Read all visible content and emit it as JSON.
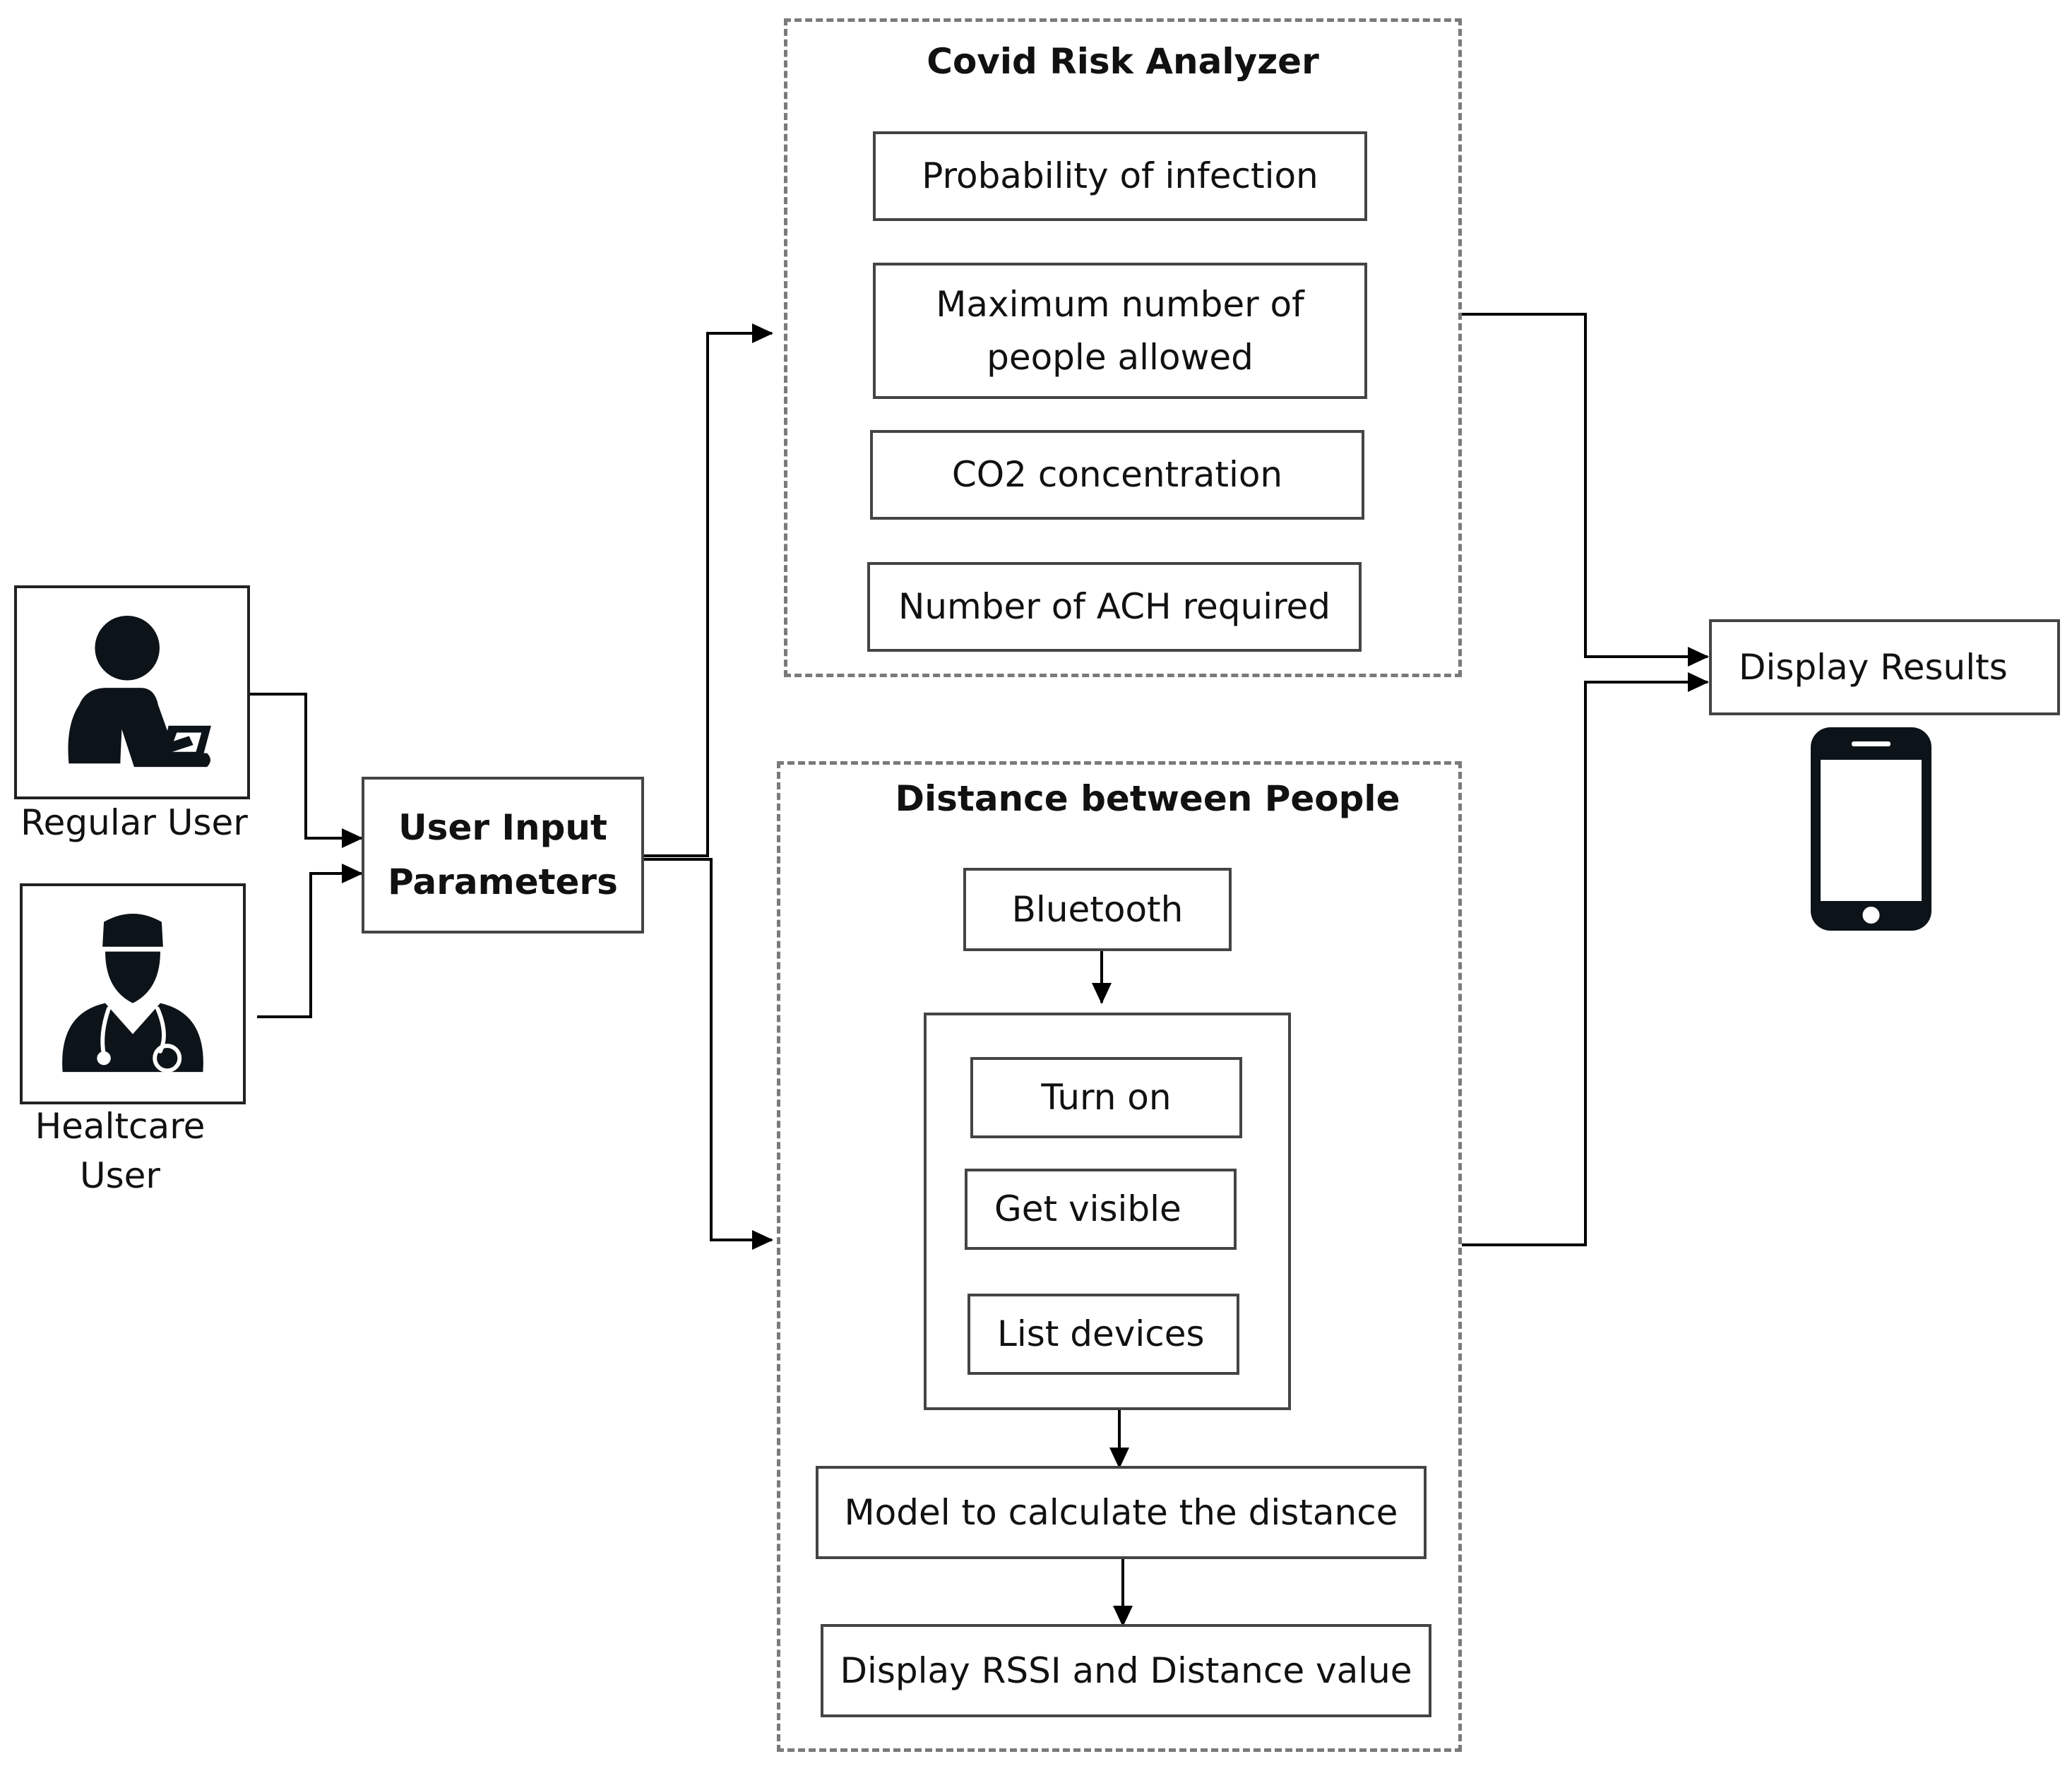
{
  "users": {
    "regular": "Regular User",
    "healthcare": "Healtcare\nUser"
  },
  "input_box": {
    "label": "User Input\nParameters"
  },
  "risk_analyzer": {
    "title": "Covid Risk Analyzer",
    "items": [
      "Probability of infection",
      "Maximum number of\npeople allowed",
      "CO2 concentration",
      "Number of ACH required"
    ]
  },
  "distance": {
    "title": "Distance between People",
    "bluetooth": "Bluetooth",
    "steps": [
      "Turn on",
      "Get visible",
      "List devices"
    ],
    "model": "Model to calculate the distance",
    "display": "Display RSSI and Distance value"
  },
  "output": {
    "label": "Display Results"
  },
  "icons": {
    "regular_user": "user-with-phone-icon",
    "healthcare_user": "doctor-icon",
    "phone": "smartphone-icon"
  },
  "colors": {
    "line": "#000000",
    "box_border": "#444444",
    "dashed_border": "#7a7a7a",
    "icon_fill": "#0c1319"
  }
}
